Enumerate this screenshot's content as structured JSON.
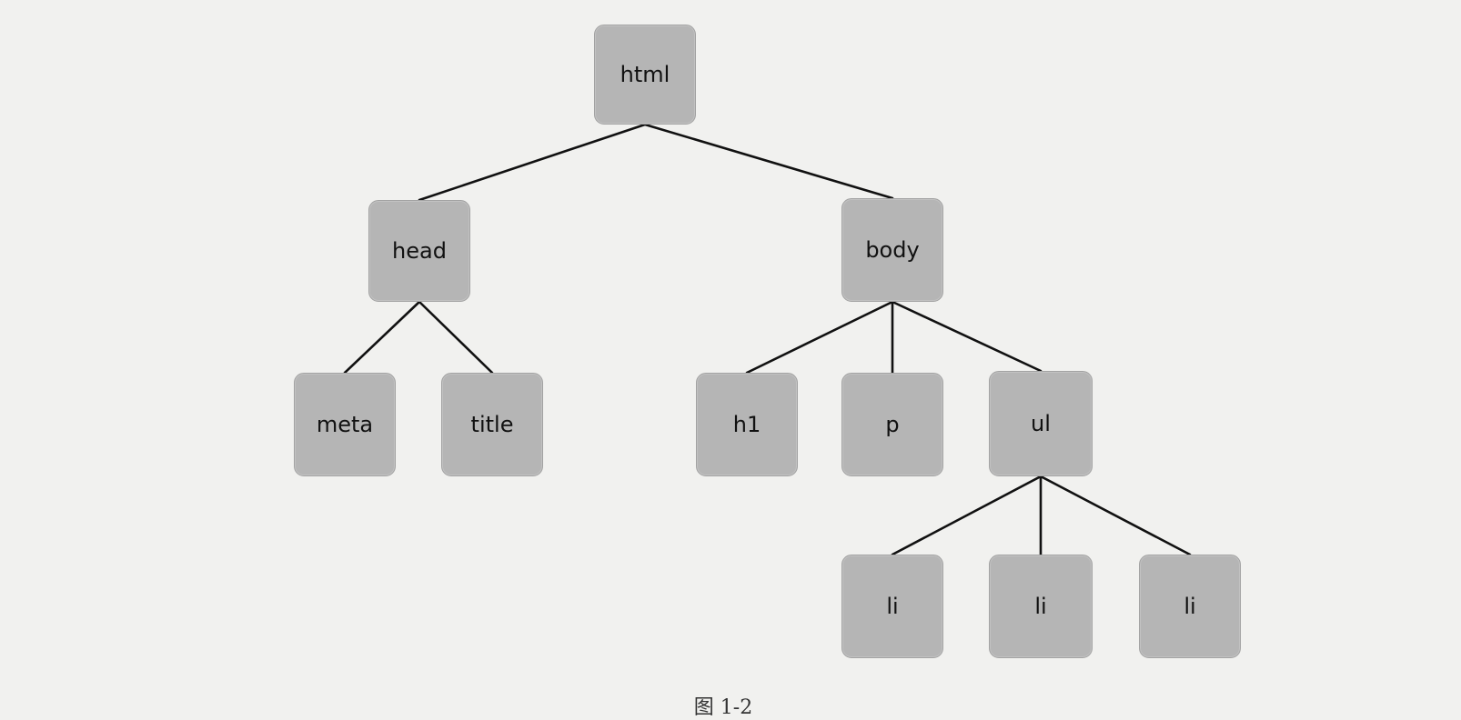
{
  "tree": {
    "nodes": [
      {
        "id": "html",
        "label": "html"
      },
      {
        "id": "head",
        "label": "head"
      },
      {
        "id": "body",
        "label": "body"
      },
      {
        "id": "meta",
        "label": "meta"
      },
      {
        "id": "title",
        "label": "title"
      },
      {
        "id": "h1",
        "label": "h1"
      },
      {
        "id": "p",
        "label": "p"
      },
      {
        "id": "ul",
        "label": "ul"
      },
      {
        "id": "li1",
        "label": "li"
      },
      {
        "id": "li2",
        "label": "li"
      },
      {
        "id": "li3",
        "label": "li"
      }
    ],
    "edges": [
      [
        "html",
        "head"
      ],
      [
        "html",
        "body"
      ],
      [
        "head",
        "meta"
      ],
      [
        "head",
        "title"
      ],
      [
        "body",
        "h1"
      ],
      [
        "body",
        "p"
      ],
      [
        "body",
        "ul"
      ],
      [
        "ul",
        "li1"
      ],
      [
        "ul",
        "li2"
      ],
      [
        "ul",
        "li3"
      ]
    ]
  },
  "colors": {
    "node_fill": "#b5b5b5",
    "edge": "#111111",
    "background": "#f1f1ef"
  },
  "caption": "图 1-2"
}
